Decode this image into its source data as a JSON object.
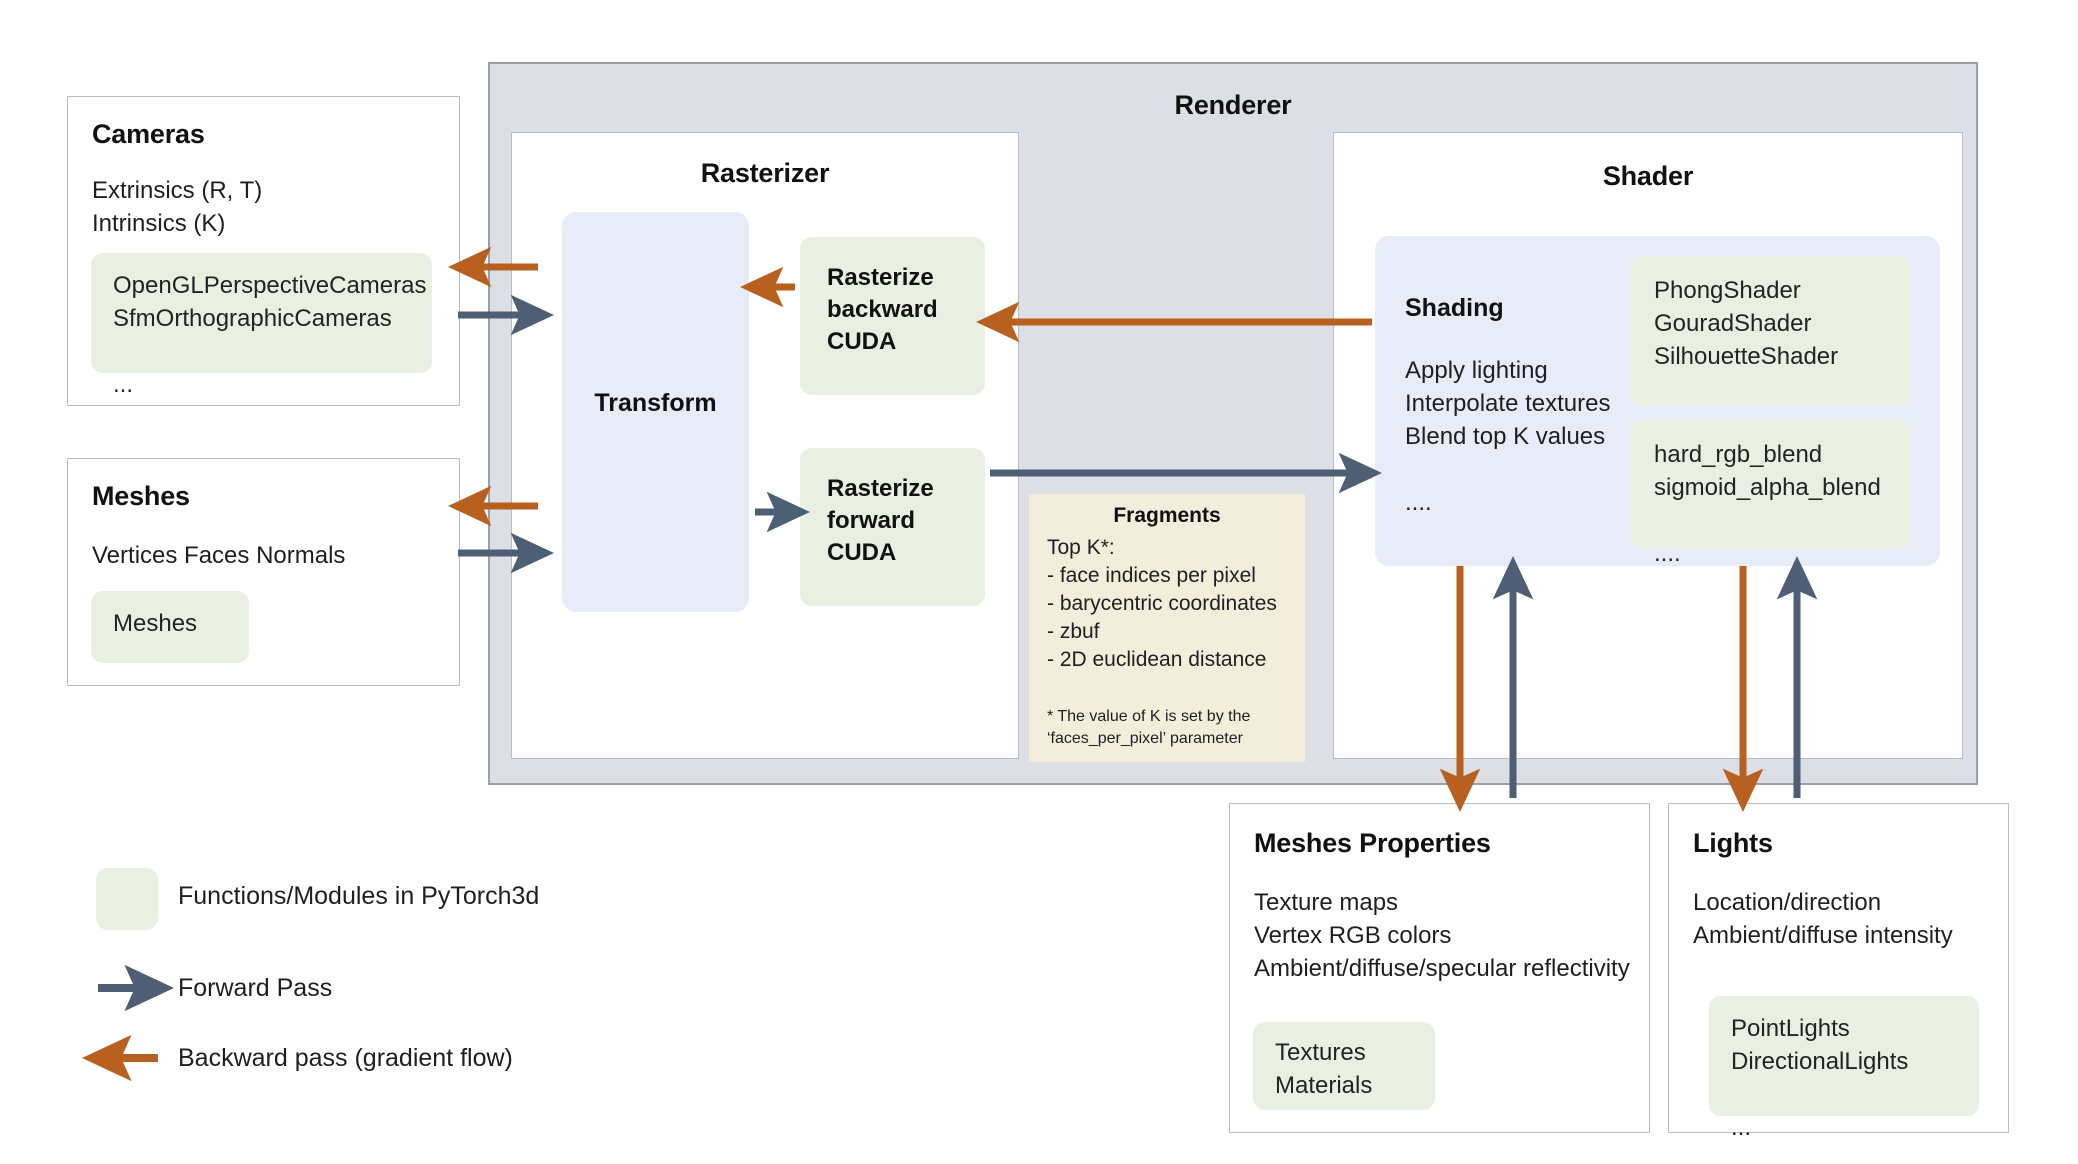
{
  "colors": {
    "forward_arrow": "#4d5e75",
    "backward_arrow": "#b7601f",
    "module_green": "#e9f0e1",
    "transform_blue": "#e7ecf8",
    "renderer_gray": "#dcdfe6",
    "fragments_beige": "#f3eddb",
    "panel_border": "#b9bcc4"
  },
  "cameras": {
    "title": "Cameras",
    "properties": "Extrinsics (R, T)\nIntrinsics (K)",
    "modules": "OpenGLPerspectiveCameras\nSfmOrthographicCameras\n\n..."
  },
  "meshes": {
    "title": "Meshes",
    "properties": "Vertices   Faces    Normals",
    "modules": "Meshes"
  },
  "renderer": {
    "title": "Renderer"
  },
  "rasterizer": {
    "title": "Rasterizer",
    "transform_label": "Transform",
    "backward_label": "Rasterize\nbackward\nCUDA",
    "forward_label": "Rasterize\nforward\nCUDA"
  },
  "fragments": {
    "title": "Fragments",
    "body": "Top K*:\n- face indices per pixel\n- barycentric coordinates\n- zbuf\n- 2D euclidean distance",
    "note": "* The value of K is set by the\n‘faces_per_pixel’ parameter"
  },
  "shader": {
    "title": "Shader",
    "shading_label": "Shading",
    "shading_body": "Apply lighting\nInterpolate textures\nBlend top K values\n\n....",
    "shader_modules": "PhongShader\nGouradShader\nSilhouetteShader\n\n...",
    "blend_modules": "hard_rgb_blend\nsigmoid_alpha_blend\n\n...."
  },
  "meshes_properties": {
    "title": "Meshes Properties",
    "properties": "Texture maps\nVertex RGB colors\nAmbient/diffuse/specular reflectivity\n\n...",
    "modules": "Textures\nMaterials"
  },
  "lights": {
    "title": "Lights",
    "properties": "Location/direction\nAmbient/diffuse intensity",
    "modules": "PointLights\nDirectionalLights\n\n..."
  },
  "legend": {
    "swatch_label": "Functions/Modules in PyTorch3d",
    "forward_label": "Forward Pass",
    "backward_label": "Backward pass (gradient flow)"
  }
}
